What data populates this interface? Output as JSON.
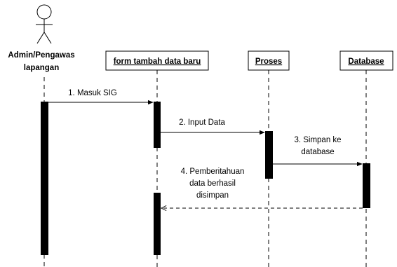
{
  "actor": {
    "name_line1": "Admin/Pengawas",
    "name_line2": "lapangan"
  },
  "lifelines": [
    {
      "label": "form tambah data baru"
    },
    {
      "label": "Proses"
    },
    {
      "label": "Database"
    }
  ],
  "messages": [
    {
      "lines": [
        "1. Masuk SIG"
      ],
      "style": "solid"
    },
    {
      "lines": [
        "2. Input Data"
      ],
      "style": "solid"
    },
    {
      "lines": [
        "3. Simpan ke",
        "database"
      ],
      "style": "solid"
    },
    {
      "lines": [
        "4. Pemberitahuan",
        "data berhasil",
        "disimpan"
      ],
      "style": "dashed"
    }
  ]
}
